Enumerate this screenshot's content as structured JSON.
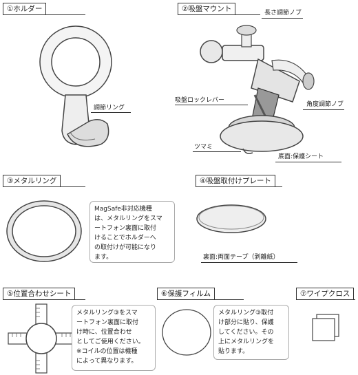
{
  "sections": {
    "holder": {
      "label": "①ホルダー",
      "callouts": {
        "ring": "調節リング"
      }
    },
    "suction_mount": {
      "label": "②吸盤マウント",
      "callouts": {
        "length_knob": "長さ調節ノブ",
        "lock_lever": "吸盤ロックレバー",
        "angle_knob": "角度調節ノブ",
        "tab": "ツマミ",
        "bottom_sheet": "底面:保護シート"
      }
    },
    "metal_ring": {
      "label": "③メタルリング",
      "note": "MagSafe非対応機種\nは、メタルリングをスマ\nートフォン裏面に取付\nけることでホルダーへ\nの取付けが可能になり\nます。"
    },
    "suction_plate": {
      "label": "④吸盤取付けプレート",
      "callouts": {
        "back": "裏面:両面テープ（剥離紙）"
      }
    },
    "alignment_sheet": {
      "label": "⑤位置合わせシート",
      "note": "メタルリング③をスマ\nートフォン裏面に取付\nけ時に、位置合わせ\nとしてご使用ください。\n※コイルの位置は機種\nによって異なります。"
    },
    "protective_film": {
      "label": "⑥保護フィルム",
      "note": "メタルリング③取付\nけ部分に貼り、保護\nしてください。その\n上にメタルリングを\n貼ります。"
    },
    "wipe_cloth": {
      "label": "⑦ワイプクロス"
    }
  }
}
